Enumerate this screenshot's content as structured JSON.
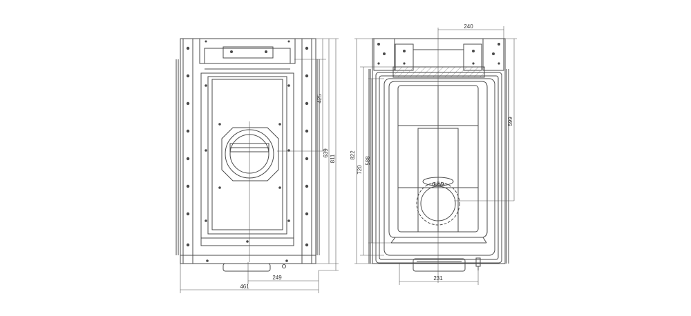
{
  "front_view": {
    "dimensions": {
      "height_upper": "425",
      "height_mid": "639",
      "height_total": "811",
      "offset_bottom": "249",
      "width_total": "461"
    }
  },
  "side_view": {
    "brand": "TERMA",
    "dimensions": {
      "top_width": "240",
      "right_height": "599",
      "depth_total": "822",
      "depth_inner": "720",
      "depth_chamber": "588",
      "bottom_width": "231"
    }
  },
  "colors": {
    "line": "#4a4a4a",
    "dim_line": "#555555",
    "hatch": "#8a8a8a",
    "background": "#ffffff"
  }
}
